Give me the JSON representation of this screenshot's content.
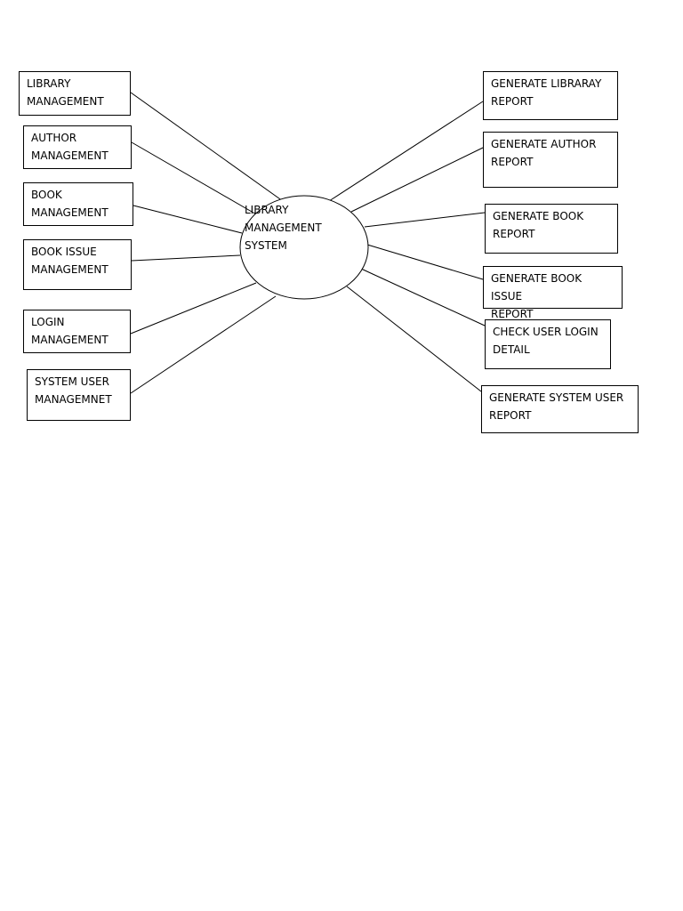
{
  "center": {
    "label": "LIBRARY\nMANAGEMENT\nSYSTEM"
  },
  "left_boxes": [
    {
      "label": "LIBRARY\nMANAGEMENT"
    },
    {
      "label": "AUTHOR\nMANAGEMENT"
    },
    {
      "label": "BOOK\nMANAGEMENT"
    },
    {
      "label": "BOOK ISSUE\nMANAGEMENT"
    },
    {
      "label": "LOGIN\nMANAGEMENT"
    },
    {
      "label": "SYSTEM USER\nMANAGEMNET"
    }
  ],
  "right_boxes": [
    {
      "label": "GENERATE LIBRARAY\nREPORT"
    },
    {
      "label": "GENERATE AUTHOR\nREPORT"
    },
    {
      "label": "GENERATE BOOK\nREPORT"
    },
    {
      "label": "GENERATE BOOK ISSUE\nREPORT"
    },
    {
      "label": "CHECK USER LOGIN\nDETAIL"
    },
    {
      "label": "GENERATE SYSTEM USER\nREPORT"
    }
  ]
}
